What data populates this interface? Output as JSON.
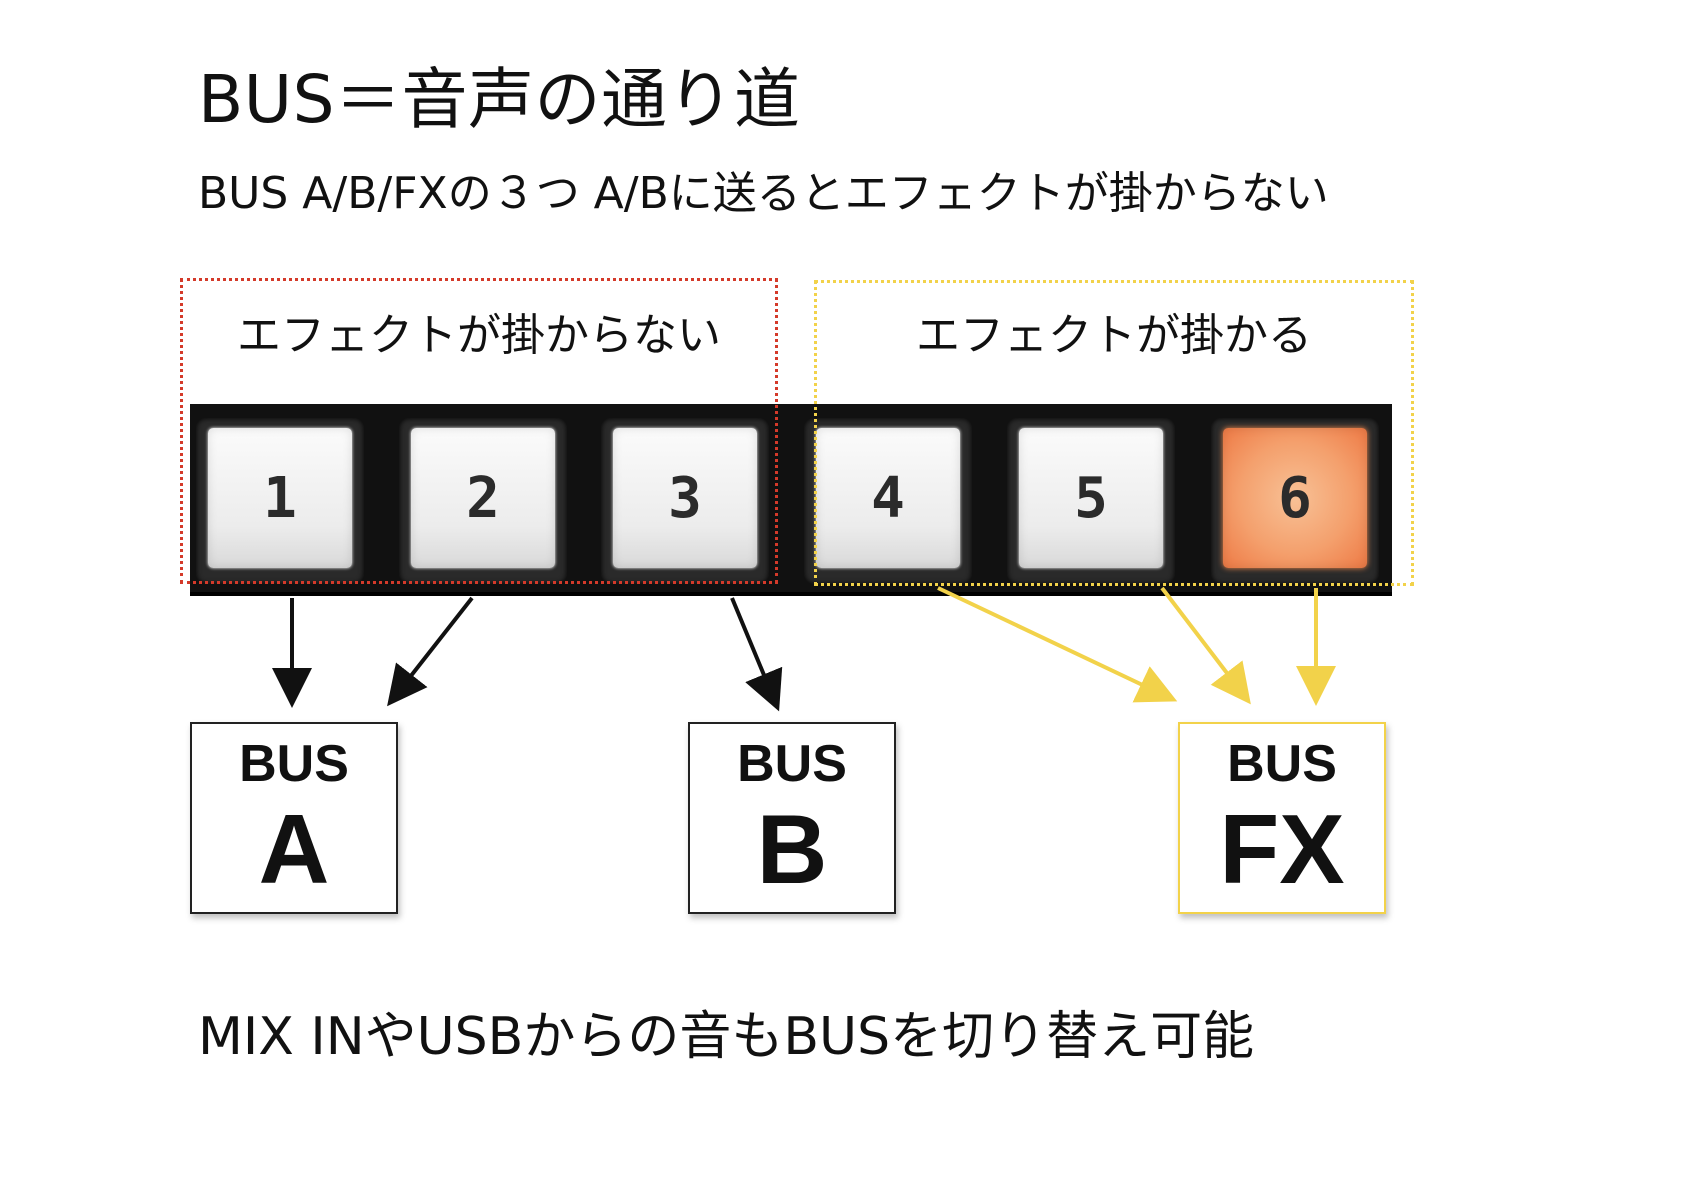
{
  "title": "BUS＝音声の通り道",
  "subtitle": "BUS A/B/FXの３つ A/Bに送るとエフェクトが掛からない",
  "groups": {
    "no_effect_label": "エフェクトが掛からない",
    "effect_label": "エフェクトが掛かる",
    "no_effect_color": "#d43a2a",
    "effect_color": "#f2d24a"
  },
  "pads": [
    {
      "number": "1",
      "lit": false
    },
    {
      "number": "2",
      "lit": false
    },
    {
      "number": "3",
      "lit": false
    },
    {
      "number": "4",
      "lit": false
    },
    {
      "number": "5",
      "lit": false
    },
    {
      "number": "6",
      "lit": true,
      "color": "#f4a06d"
    }
  ],
  "buses": {
    "a": {
      "top": "BUS",
      "name": "A"
    },
    "b": {
      "top": "BUS",
      "name": "B"
    },
    "fx": {
      "top": "BUS",
      "name": "FX"
    }
  },
  "routing": [
    {
      "from": "1",
      "to": "A"
    },
    {
      "from": "2",
      "to": "A"
    },
    {
      "from": "3",
      "to": "B"
    },
    {
      "from": "4",
      "to": "FX"
    },
    {
      "from": "5",
      "to": "FX"
    },
    {
      "from": "6",
      "to": "FX"
    }
  ],
  "footer": "MIX INやUSBからの音もBUSを切り替え可能"
}
